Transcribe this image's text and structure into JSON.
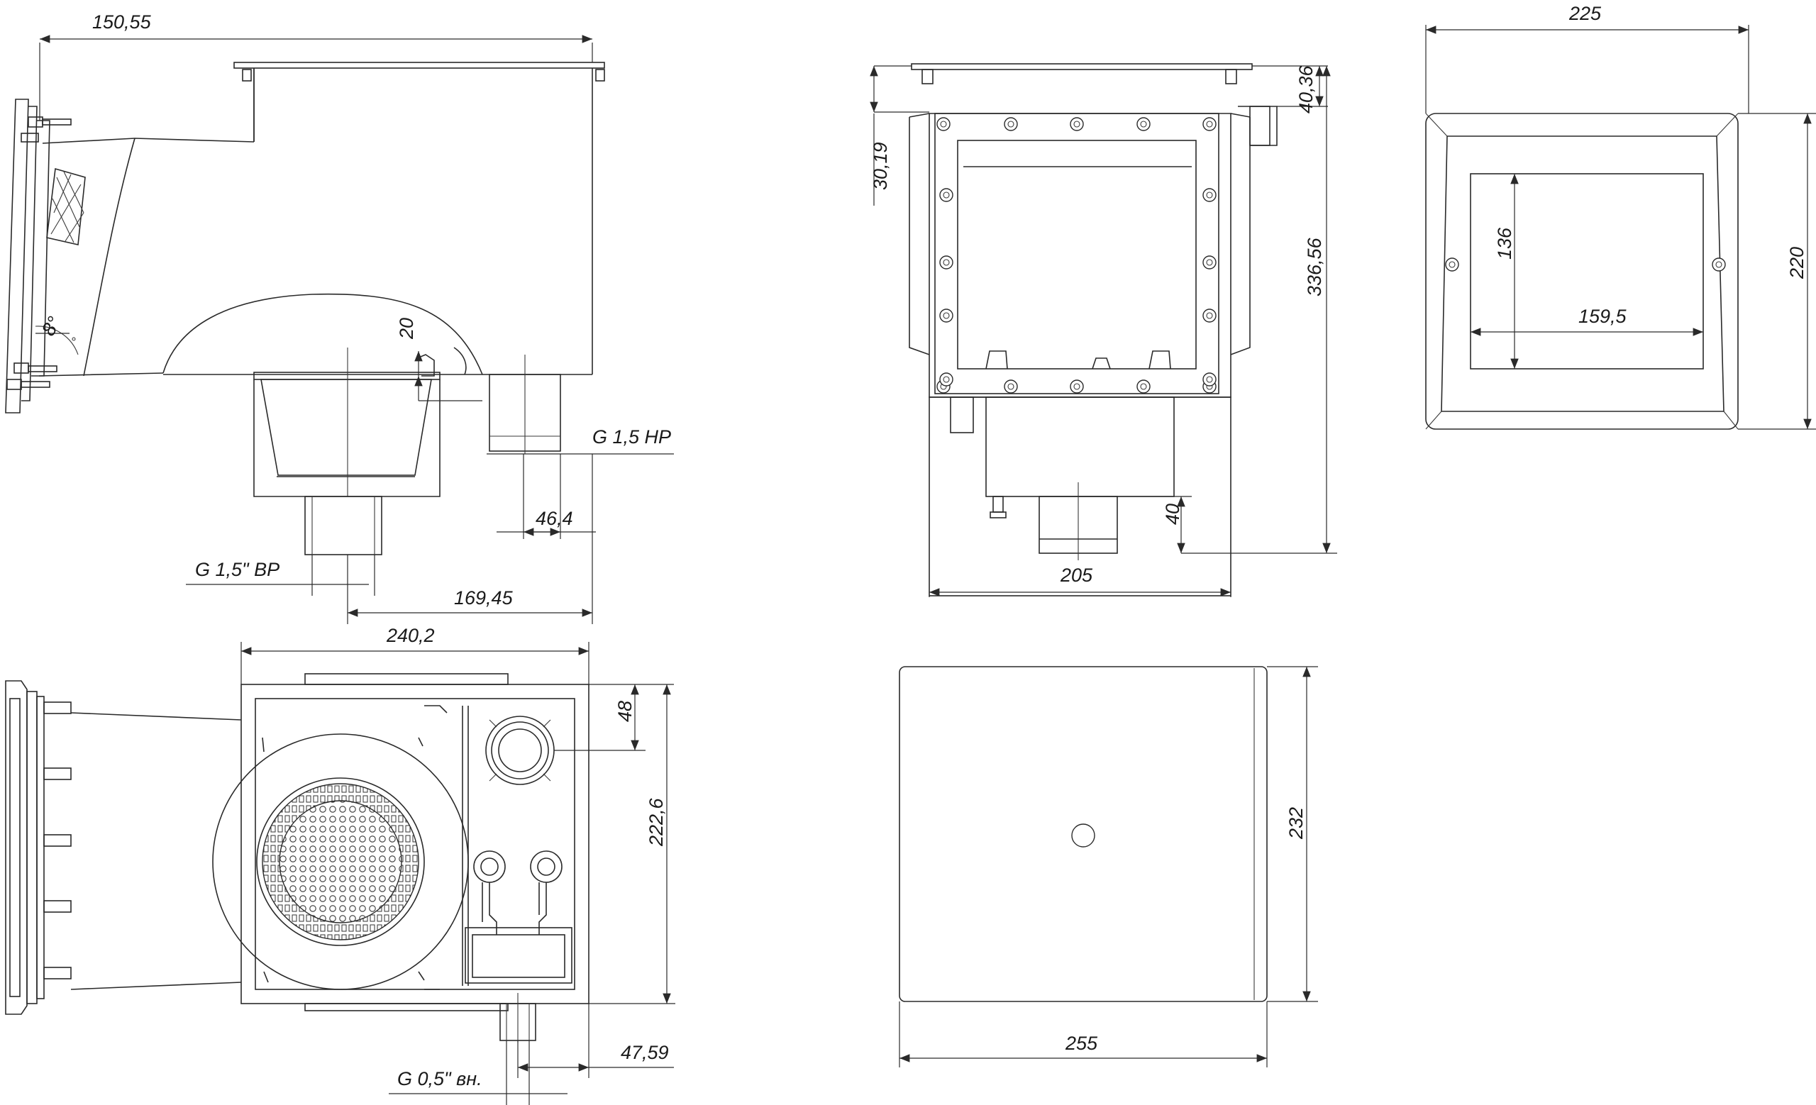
{
  "drawing": {
    "views": [
      "side-section",
      "front",
      "flange-plate",
      "top",
      "lid"
    ],
    "dimensions": {
      "d150_55": "150,55",
      "d20": "20",
      "d40_36": "40,36",
      "d30_19": "30,19",
      "d336_56": "336,56",
      "d225": "225",
      "d136": "136",
      "d159_5": "159,5",
      "d220": "220",
      "d205": "205",
      "d40": "40",
      "d46_4": "46,4",
      "d169_45": "169,45",
      "d240_2": "240,2",
      "d48": "48",
      "d222_6": "222,6",
      "d47_59": "47,59",
      "d232": "232",
      "d255": "255"
    },
    "labels": {
      "thread_hp": "G 1,5 НР",
      "thread_bp": "G 1,5\" ВР",
      "thread_vn": "G 0,5\" вн."
    }
  }
}
